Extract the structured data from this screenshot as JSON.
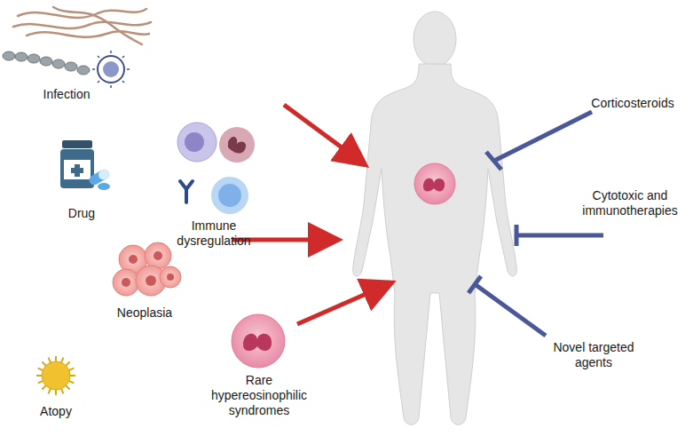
{
  "diagram": {
    "labels": [
      "Infection",
      "Immune dysregulation",
      "Drug",
      "Neoplasia",
      "Atopy",
      "Rare hypereosinophilic syndromes",
      "Corticosteroids",
      "Cytotoxic and immunotherapies",
      "Novel targeted agents"
    ]
  }
}
